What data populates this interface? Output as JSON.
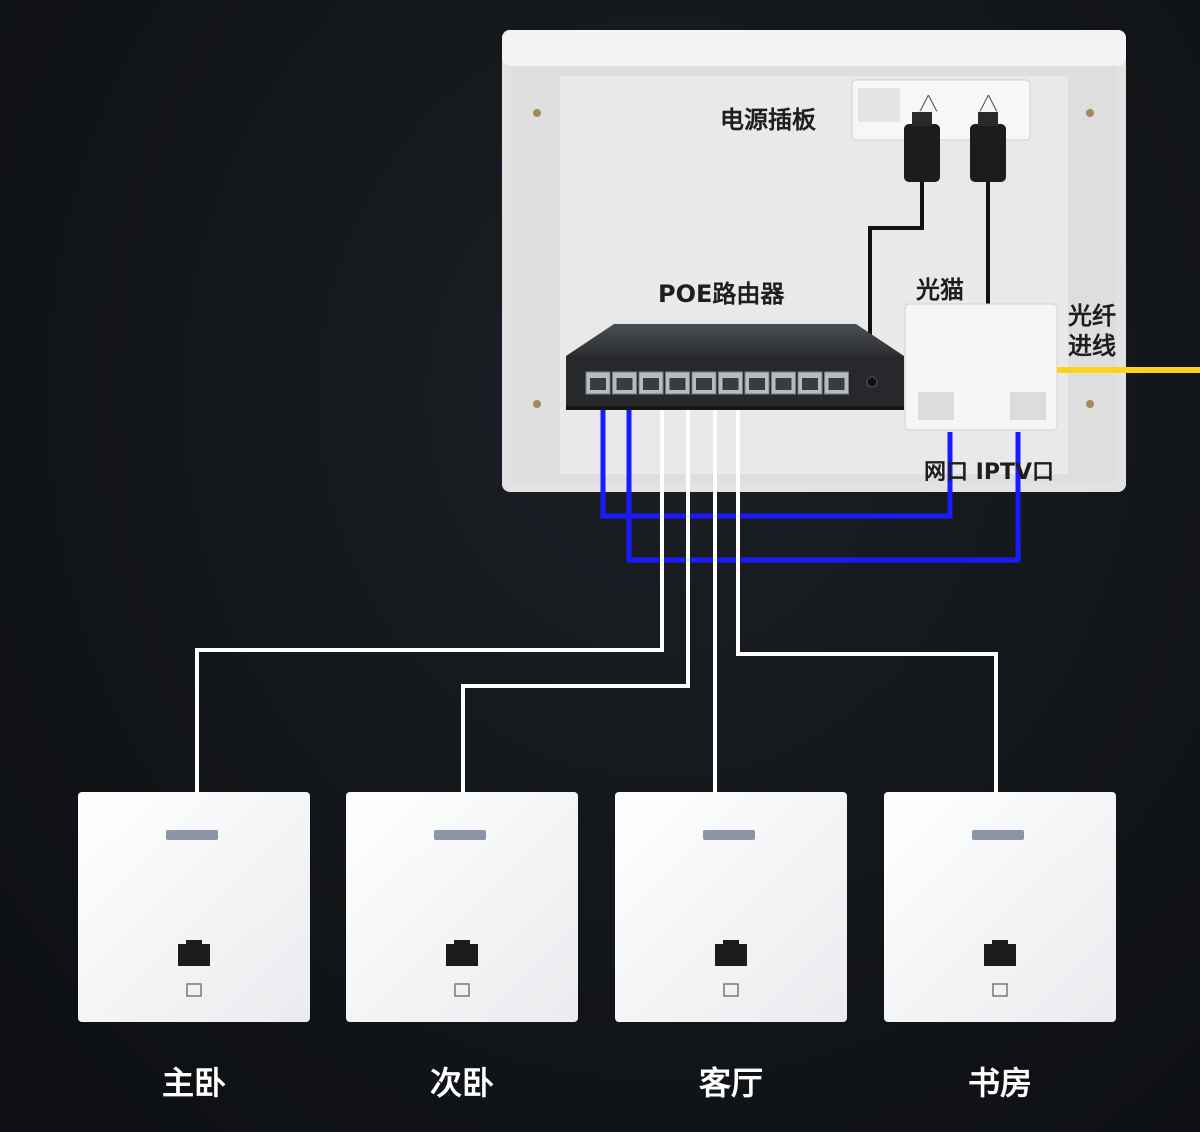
{
  "labels": {
    "power_strip": "电源插板",
    "router": "POE路由器",
    "modem": "光猫",
    "fiber_line1": "光纤",
    "fiber_line2": "进线",
    "modem_ports": "网口 IPTV口"
  },
  "panels": [
    {
      "room": "主卧"
    },
    {
      "room": "次卧"
    },
    {
      "room": "客厅"
    },
    {
      "room": "书房"
    }
  ],
  "colors": {
    "background": "#15181c",
    "box": "#eeeeee",
    "router": "#2a2c2f",
    "lan_cable": "#ffffff",
    "uplink_cable": "#1a1aff",
    "fiber": "#ffd21a",
    "room_text": "#ffffff"
  }
}
